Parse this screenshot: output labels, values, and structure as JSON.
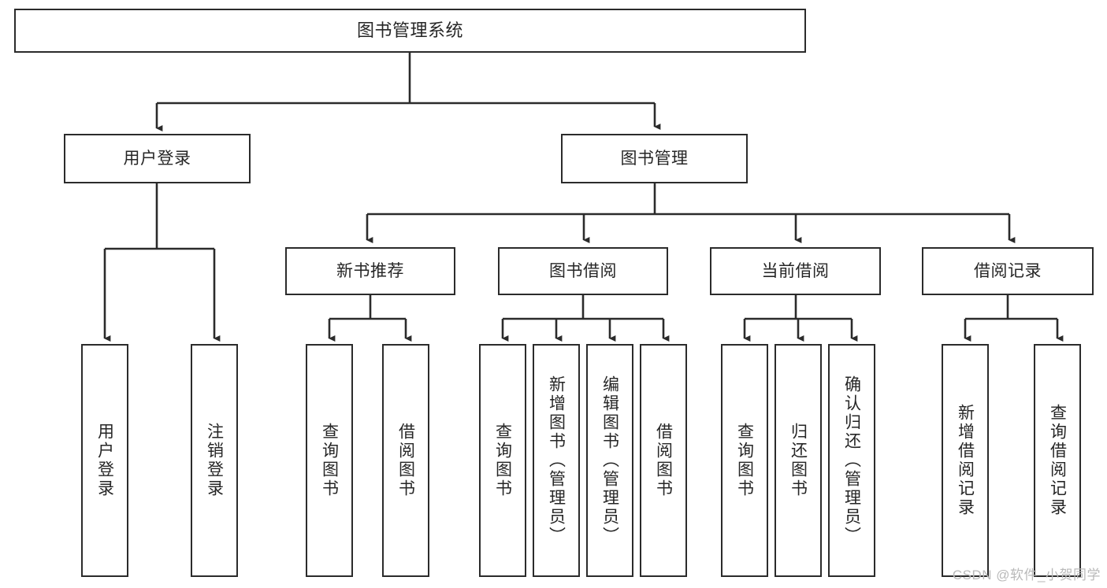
{
  "diagram": {
    "title": "图书管理系统",
    "type": "tree-hierarchy-chart",
    "line_color": "#2b2b2b",
    "box_fill": "#ffffff",
    "text_color": "#262626",
    "background": "#ffffff"
  },
  "nodes": {
    "root": {
      "label": "图书管理系统"
    },
    "level2": [
      {
        "label": "用户登录"
      },
      {
        "label": "图书管理"
      }
    ],
    "level3": [
      {
        "label": "新书推荐"
      },
      {
        "label": "图书借阅"
      },
      {
        "label": "当前借阅"
      },
      {
        "label": "借阅记录"
      }
    ],
    "login_children": [
      {
        "label": "用户登录"
      },
      {
        "label": "注销登录"
      }
    ],
    "recommend_children": [
      {
        "label": "查询图书"
      },
      {
        "label": "借阅图书"
      }
    ],
    "borrow_children": [
      {
        "label": "查询图书"
      },
      {
        "label": "新增图书（管理员）"
      },
      {
        "label": "编辑图书（管理员）"
      },
      {
        "label": "借阅图书"
      }
    ],
    "current_children": [
      {
        "label": "查询图书"
      },
      {
        "label": "归还图书"
      },
      {
        "label": "确认归还（管理员）"
      }
    ],
    "record_children": [
      {
        "label": "新增借阅记录"
      },
      {
        "label": "查询借阅记录"
      }
    ]
  },
  "watermark": {
    "text": "CSDN @软件_小贺同学"
  }
}
